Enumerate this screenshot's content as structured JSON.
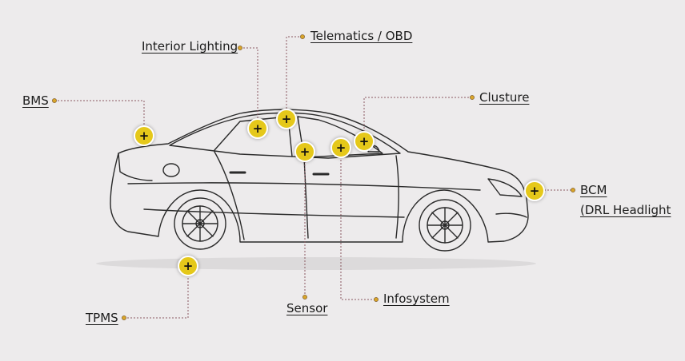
{
  "colors": {
    "background": "#edebec",
    "hotspot": "#e5c81a",
    "leader": "#8a5a62",
    "dot": "#d8a52a",
    "car_outline": "#2a2a2a"
  },
  "labels": {
    "interior_lighting": "Interior Lighting",
    "telematics": "Telematics / OBD",
    "bms": "BMS",
    "clusture": "Clusture",
    "bcm_line1": "BCM",
    "bcm_line2": "(DRL Headlight",
    "tpms": "TPMS",
    "sensor": "Sensor",
    "infosystem": "Infosystem"
  },
  "hotspot_symbol": "+",
  "icons": {
    "hotspot": "plus-icon"
  }
}
